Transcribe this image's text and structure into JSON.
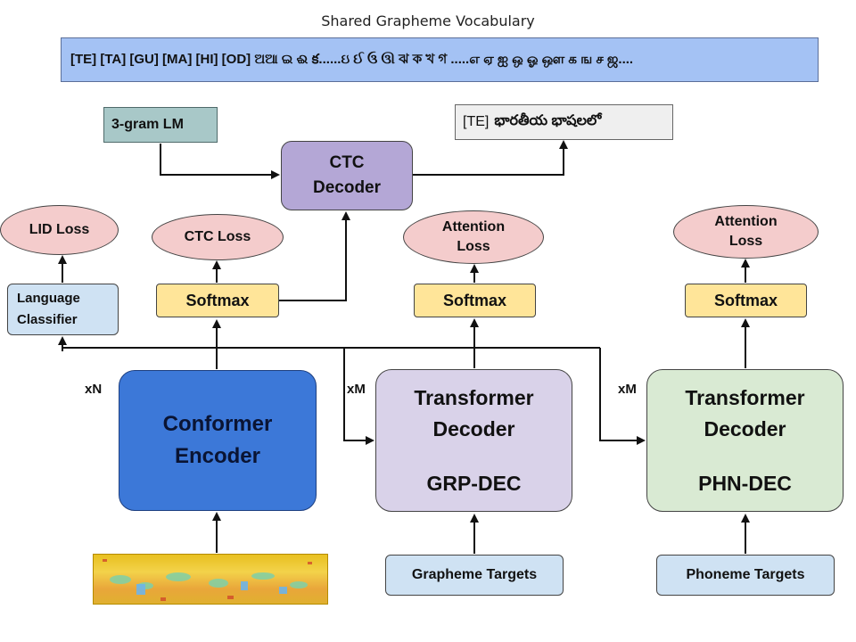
{
  "title": "Shared Grapheme Vocabulary",
  "vocab_text": "[TE] [TA] [GU] [MA] [HI] [OD] ଅଆ ଇ ଈ క......ઇ ઈ ઉ ઊ ঝ ক খ গ .....எ ஏ ஐ ஒ ஓ ஔ க ங ச ஜ....",
  "lm_label": "3-gram LM",
  "output": {
    "tag": "[TE]",
    "text": "భారతీయ భాషలలో"
  },
  "ctc_decoder": [
    "CTC",
    "Decoder"
  ],
  "losses": {
    "lid": "LID Loss",
    "ctc": "CTC Loss",
    "attention1": [
      "Attention",
      "Loss"
    ],
    "attention2": [
      "Attention",
      "Loss"
    ]
  },
  "softmax_label": "Softmax",
  "language_classifier": [
    "Language",
    "Classifier"
  ],
  "encoder": {
    "label": [
      "Conformer",
      "Encoder"
    ],
    "repeat": "xN"
  },
  "grp_decoder": {
    "label": [
      "Transformer",
      "Decoder"
    ],
    "name": "GRP-DEC",
    "repeat": "xM"
  },
  "phn_decoder": {
    "label": [
      "Transformer",
      "Decoder"
    ],
    "name": "PHN-DEC",
    "repeat": "xM"
  },
  "targets": {
    "grapheme": "Grapheme Targets",
    "phoneme": "Phoneme Targets"
  },
  "colors": {
    "encoder": "#3c78d8",
    "ctc": "#b4a7d6",
    "softmax": "#ffe599",
    "loss": "#f4cccc",
    "grp": "#d9d2e9",
    "phn": "#d9ead3",
    "targets": "#cfe2f3",
    "vocab": "#a4c2f4"
  }
}
